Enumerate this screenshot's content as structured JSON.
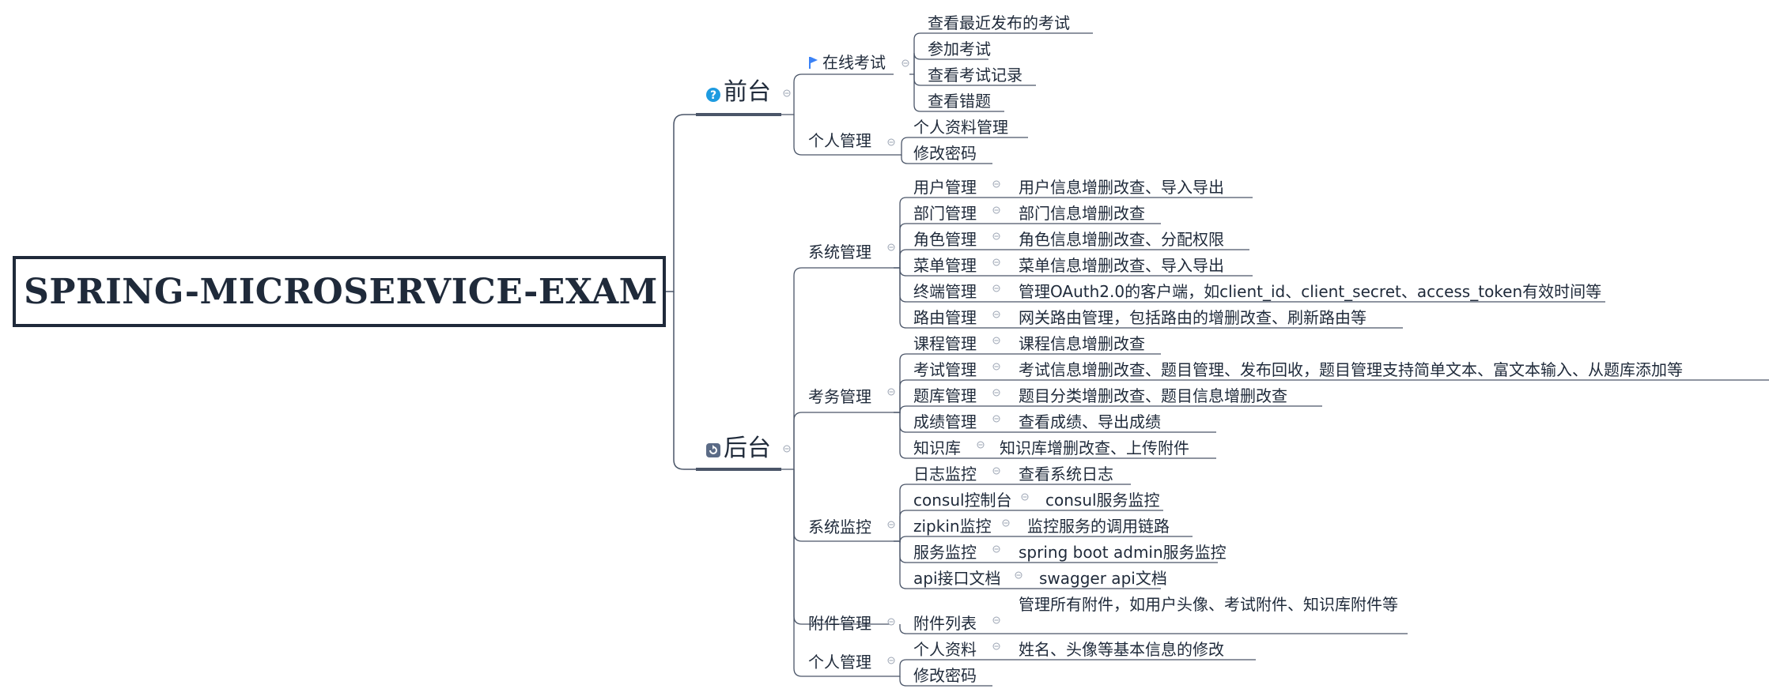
{
  "root": {
    "title": "SPRING-MICROSERVICE-EXAM"
  },
  "front": {
    "label": "前台",
    "icon": "question-icon",
    "online_exam": {
      "label": "在线考试",
      "icon": "flag-icon",
      "items": [
        "查看最近发布的考试",
        "参加考试",
        "查看考试记录",
        "查看错题"
      ]
    },
    "personal": {
      "label": "个人管理",
      "items": [
        "个人资料管理",
        "修改密码"
      ]
    }
  },
  "back": {
    "label": "后台",
    "icon": "refresh-icon",
    "system_mgmt": {
      "label": "系统管理",
      "items": [
        {
          "name": "用户管理",
          "desc": "用户信息增删改查、导入导出"
        },
        {
          "name": "部门管理",
          "desc": "部门信息增删改查"
        },
        {
          "name": "角色管理",
          "desc": "角色信息增删改查、分配权限"
        },
        {
          "name": "菜单管理",
          "desc": "菜单信息增删改查、导入导出"
        },
        {
          "name": "终端管理",
          "desc": "管理OAuth2.0的客户端，如client_id、client_secret、access_token有效时间等"
        },
        {
          "name": "路由管理",
          "desc": "网关路由管理，包括路由的增删改查、刷新路由等"
        }
      ]
    },
    "exam_mgmt": {
      "label": "考务管理",
      "items": [
        {
          "name": "课程管理",
          "desc": "课程信息增删改查"
        },
        {
          "name": "考试管理",
          "desc": "考试信息增删改查、题目管理、发布回收，题目管理支持简单文本、富文本输入、从题库添加等"
        },
        {
          "name": "题库管理",
          "desc": "题目分类增删改查、题目信息增删改查"
        },
        {
          "name": "成绩管理",
          "desc": "查看成绩、导出成绩"
        },
        {
          "name": "知识库",
          "desc": "知识库增删改查、上传附件"
        }
      ]
    },
    "system_monitor": {
      "label": "系统监控",
      "items": [
        {
          "name": "日志监控",
          "desc": "查看系统日志"
        },
        {
          "name": "consul控制台",
          "desc": "consul服务监控"
        },
        {
          "name": "zipkin监控",
          "desc": "监控服务的调用链路"
        },
        {
          "name": "服务监控",
          "desc": "spring boot admin服务监控"
        },
        {
          "name": "api接口文档",
          "desc": "swagger api文档"
        }
      ]
    },
    "attachment_mgmt": {
      "label": "附件管理",
      "items": [
        {
          "name": "附件列表",
          "desc": "管理所有附件，如用户头像、考试附件、知识库附件等"
        }
      ]
    },
    "personal": {
      "label": "个人管理",
      "items": [
        {
          "name": "个人资料",
          "desc": "姓名、头像等基本信息的修改"
        },
        {
          "name": "修改密码",
          "desc": ""
        }
      ]
    }
  },
  "colors": {
    "text": "#1f2a3a",
    "line": "#4a5568",
    "collapse": "#9aa3b2",
    "accent": "#1e9be0",
    "flag": "#3b82f6"
  }
}
